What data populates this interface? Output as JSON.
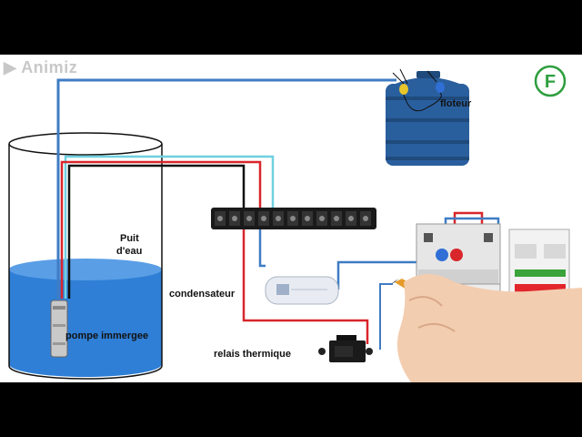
{
  "watermark": {
    "text": "Animiz",
    "icon": "play-triangle-icon"
  },
  "brand": {
    "letter": "F",
    "icon": "plug-logo-icon",
    "color": "#2e9e3e"
  },
  "labels": {
    "floteur": "floteur",
    "puit_line1": "Puit",
    "puit_line2": "d'eau",
    "condensateur": "condensateur",
    "pompe": "pompe immergee",
    "relais": "relais thermique"
  },
  "colors": {
    "water": "#2f7fd6",
    "tank": "#2a5f9e",
    "wire_blue": "#3f7cc4",
    "wire_red": "#d8262b",
    "wire_black": "#111111",
    "wire_cyan": "#6fd0e0"
  }
}
